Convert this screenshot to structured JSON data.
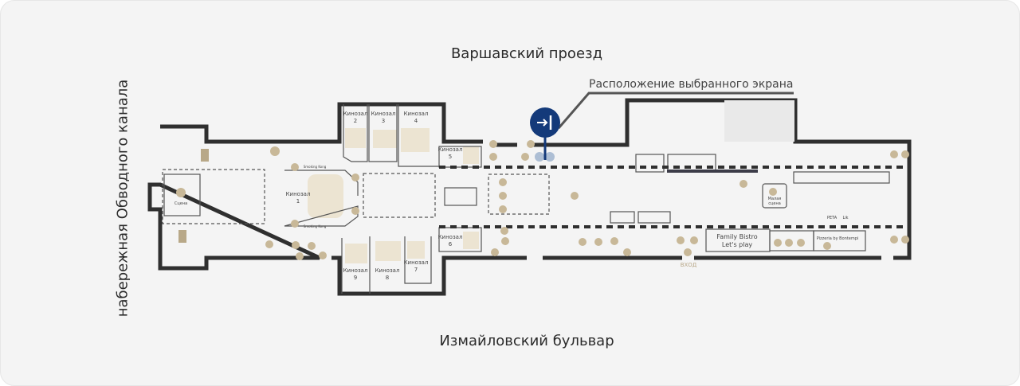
{
  "streets": {
    "top": "Варшавский проезд",
    "bottom": "Измайловский бульвар",
    "left": "набережная Обводного канала"
  },
  "callout": {
    "label": "Расположение выбранного экрана"
  },
  "halls": [
    {
      "name": "Кинозал",
      "num": "1"
    },
    {
      "name": "Кинозал",
      "num": "2"
    },
    {
      "name": "Кинозал",
      "num": "3"
    },
    {
      "name": "Кинозал",
      "num": "4"
    },
    {
      "name": "Кинозал",
      "num": "5"
    },
    {
      "name": "Кинозал",
      "num": "6"
    },
    {
      "name": "Кинозал",
      "num": "7"
    },
    {
      "name": "Кинозал",
      "num": "8"
    },
    {
      "name": "Кинозал",
      "num": "9"
    }
  ],
  "places": {
    "stage": "Сцена",
    "small_stage_1": "Малая",
    "small_stage_2": "сцена",
    "smoking_top": "Smoking Kong",
    "smoking_bottom": "Smoking Kong",
    "family_bistro": "Family Bistro",
    "lets_play": "Let's play",
    "pizzeria": "Pizzeria by Bontempi",
    "peta": "PETA",
    "lik": "Lik",
    "entrance": "ВХОД"
  },
  "colors": {
    "wall": "#2f2f2f",
    "icon": "#c8b898",
    "pin": "#143a7a",
    "seats": "#ece4d2"
  }
}
